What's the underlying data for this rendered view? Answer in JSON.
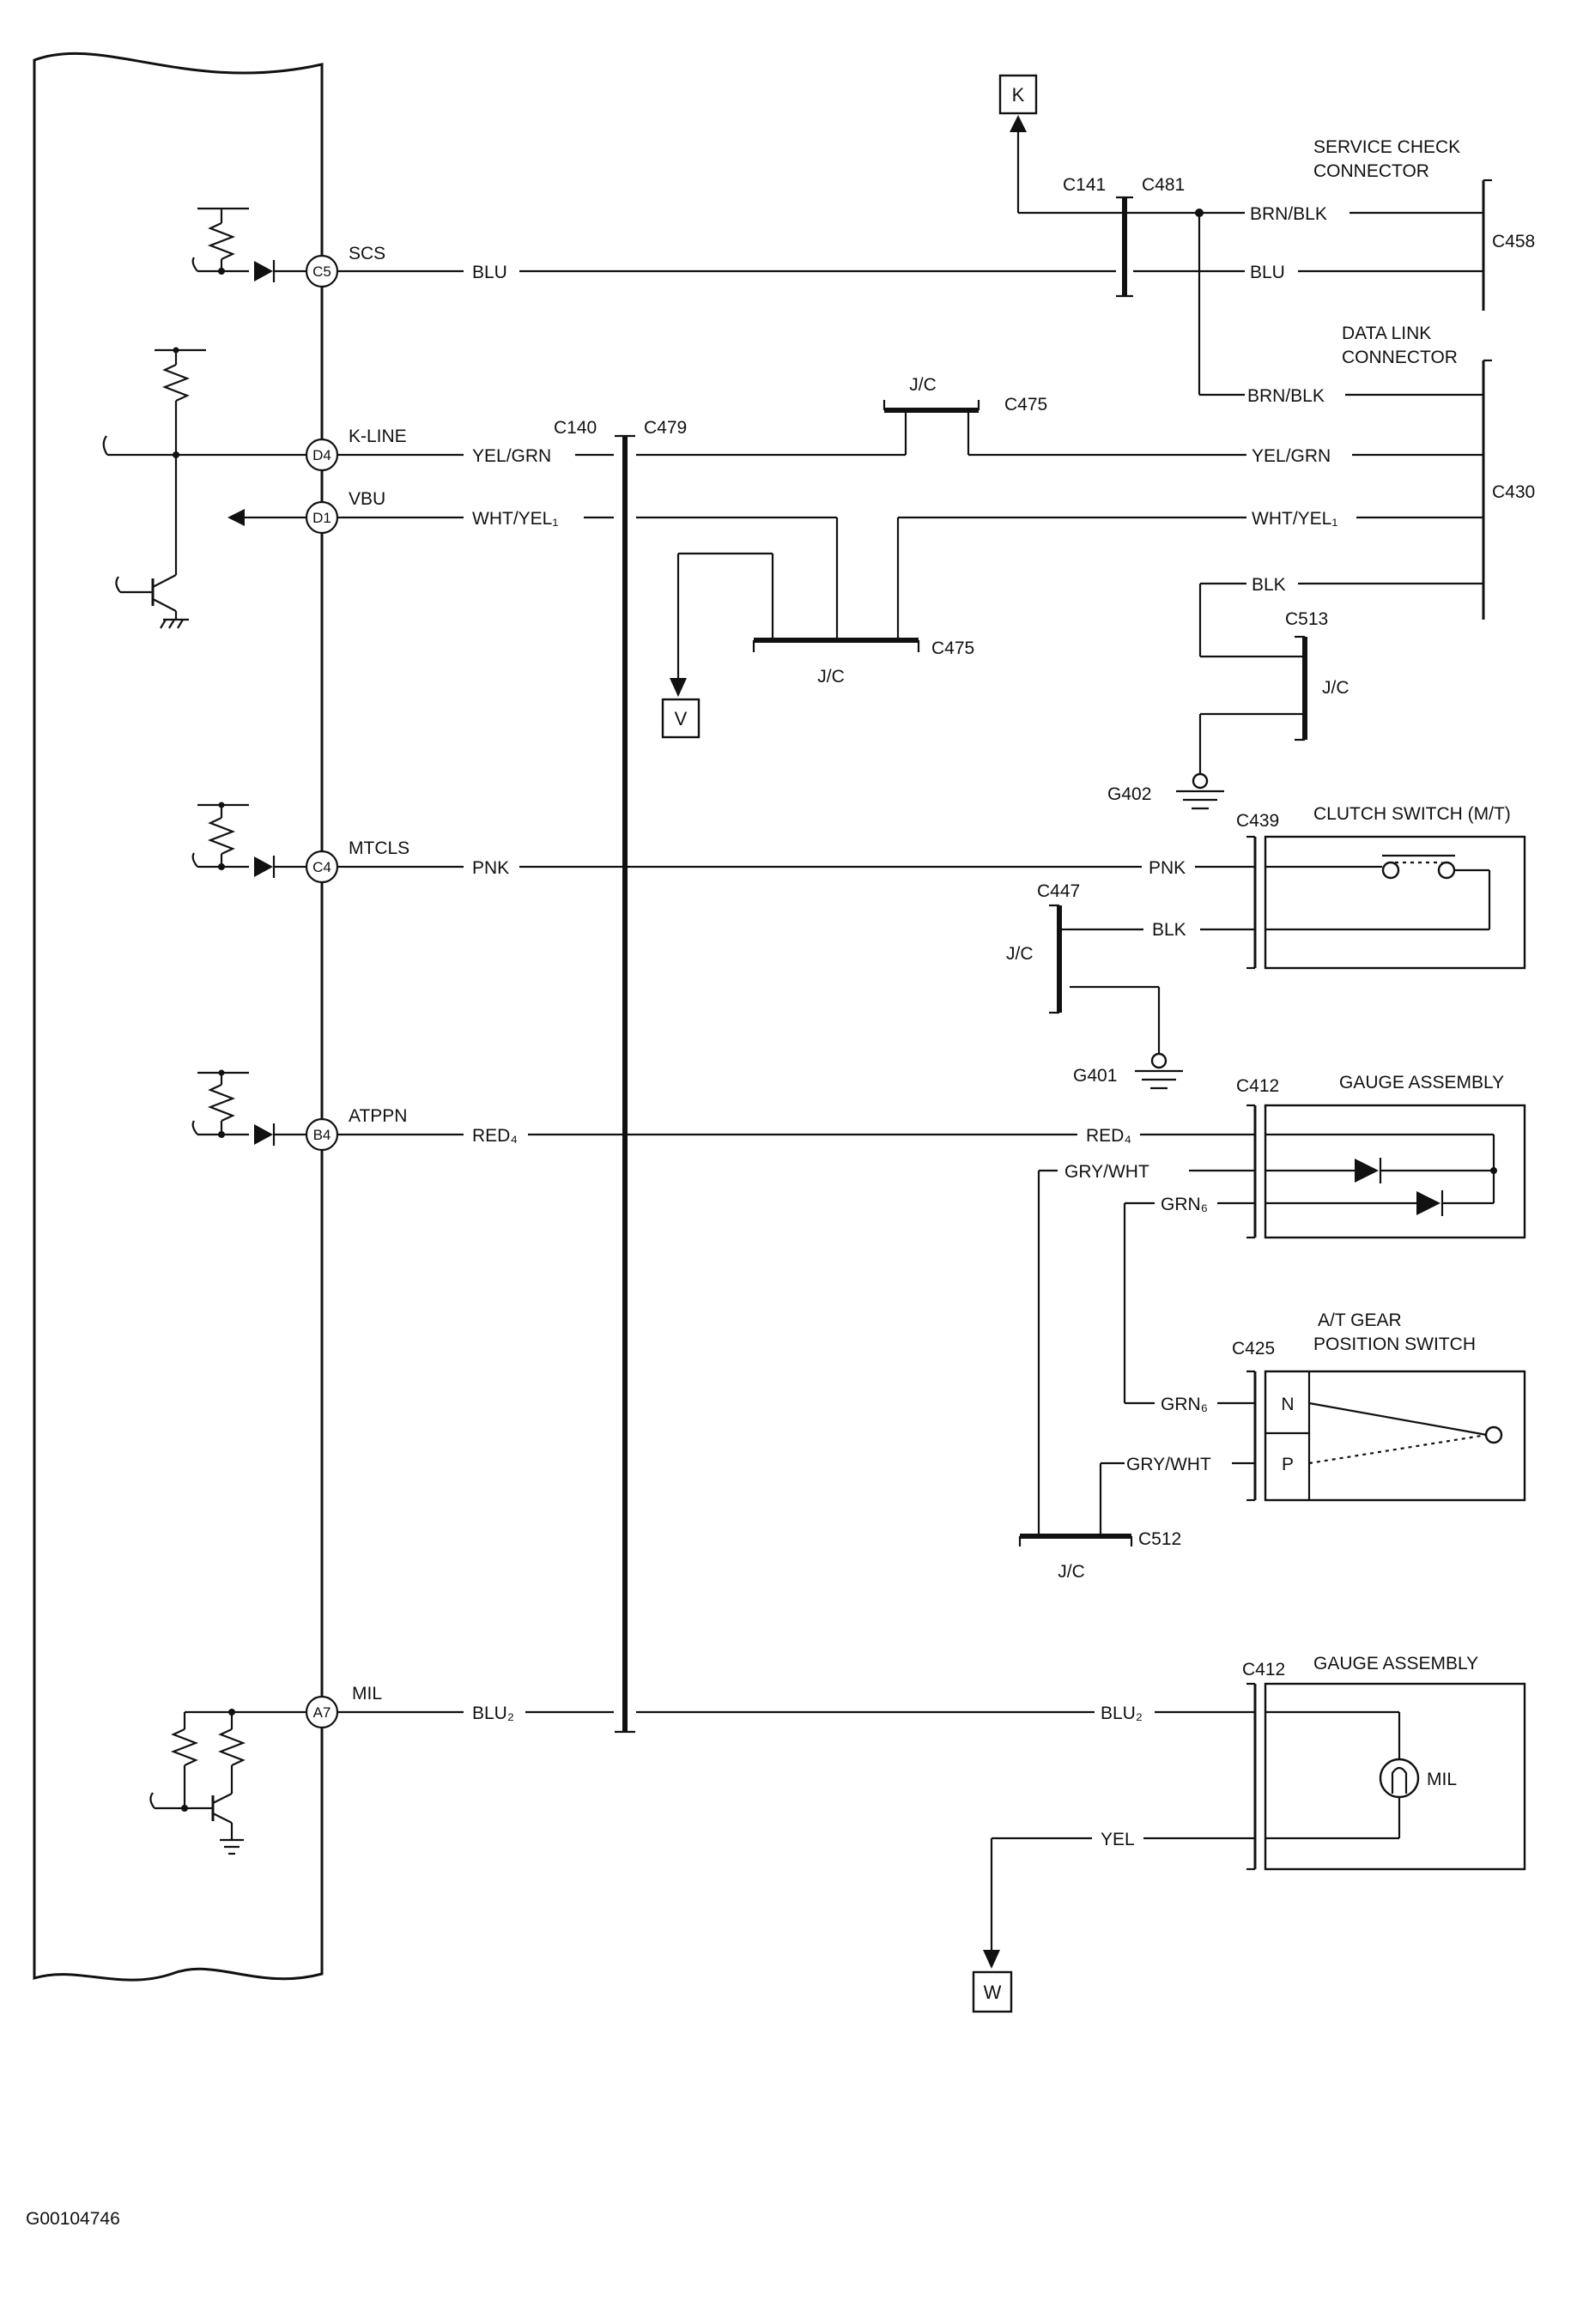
{
  "ecm_pins": [
    {
      "pin": "C5",
      "signal": "SCS",
      "wire": "BLU"
    },
    {
      "pin": "D4",
      "signal": "K-LINE",
      "wire": "YEL/GRN"
    },
    {
      "pin": "D1",
      "signal": "VBU",
      "wire": "WHT/YEL₁"
    },
    {
      "pin": "C4",
      "signal": "MTCLS",
      "wire": "PNK"
    },
    {
      "pin": "B4",
      "signal": "ATPPN",
      "wire": "RED₄"
    },
    {
      "pin": "A7",
      "signal": "MIL",
      "wire": "BLU₂"
    }
  ],
  "connectors": {
    "c140": "C140",
    "c479": "C479",
    "c141": "C141",
    "c481": "C481",
    "c458": "C458",
    "c430": "C430",
    "c475": "C475",
    "c513": "C513",
    "c439": "C439",
    "c447": "C447",
    "c412": "C412",
    "c425": "C425",
    "c512": "C512"
  },
  "grounds": {
    "g402": "G402",
    "g401": "G401"
  },
  "jc": "J/C",
  "refs": {
    "k": "K",
    "v": "V",
    "w": "W"
  },
  "components": {
    "service_check": [
      "SERVICE CHECK",
      "CONNECTOR"
    ],
    "data_link": [
      "DATA LINK",
      "CONNECTOR"
    ],
    "clutch_switch": "CLUTCH SWITCH (M/T)",
    "gauge_assembly": "GAUGE ASSEMBLY",
    "gear_switch": [
      "A/T GEAR",
      "POSITION SWITCH"
    ],
    "gear_n": "N",
    "gear_p": "P",
    "mil_lamp": "MIL"
  },
  "wires": {
    "brn_blk": "BRN/BLK",
    "blu": "BLU",
    "yel_grn": "YEL/GRN",
    "wht_yel": "WHT/YEL₁",
    "blk": "BLK",
    "pnk": "PNK",
    "red4": "RED₄",
    "gry_wht": "GRY/WHT",
    "grn6": "GRN₆",
    "blu2": "BLU₂",
    "yel": "YEL"
  },
  "figure_id": "G00104746"
}
